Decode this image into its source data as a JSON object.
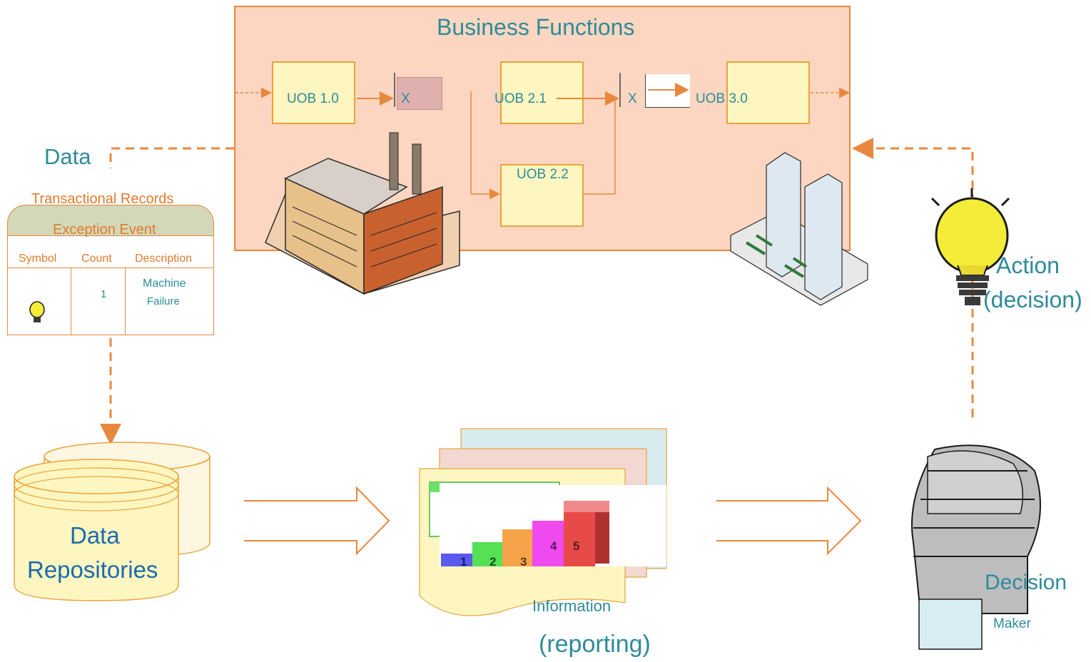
{
  "business_functions": {
    "title": "Business Functions",
    "units": [
      {
        "label": "UOB 1.0"
      },
      {
        "label": "UOB 2.1"
      },
      {
        "label": "UOB 2.2"
      },
      {
        "label": "UOB 3.0"
      }
    ],
    "gate_labels": [
      "X",
      "X"
    ]
  },
  "data_label": "Data",
  "records": {
    "title": "Transactional Records",
    "subtitle": "Exception Event",
    "columns": [
      "Symbol",
      "Count",
      "Description"
    ],
    "row": {
      "symbol_icon": "lightbulb-icon",
      "count": "1",
      "description_line1": "Machine",
      "description_line2": "Failure"
    }
  },
  "repository": {
    "line1": "Data",
    "line2": "Repositories"
  },
  "information": {
    "label": "Information",
    "sublabel": "(reporting)",
    "bars": [
      "1",
      "2",
      "3",
      "4",
      "5"
    ]
  },
  "action": {
    "line1": "Action",
    "line2": "(decision)"
  },
  "decision_maker": {
    "line1": "Decision",
    "line2": "Maker"
  },
  "colors": {
    "accent_orange": "#e8883e",
    "teal": "#2e8b9a",
    "panel": "#fcd6c0",
    "uob_fill": "#fdf6c0",
    "repo_fill": "#fdf6c0"
  }
}
